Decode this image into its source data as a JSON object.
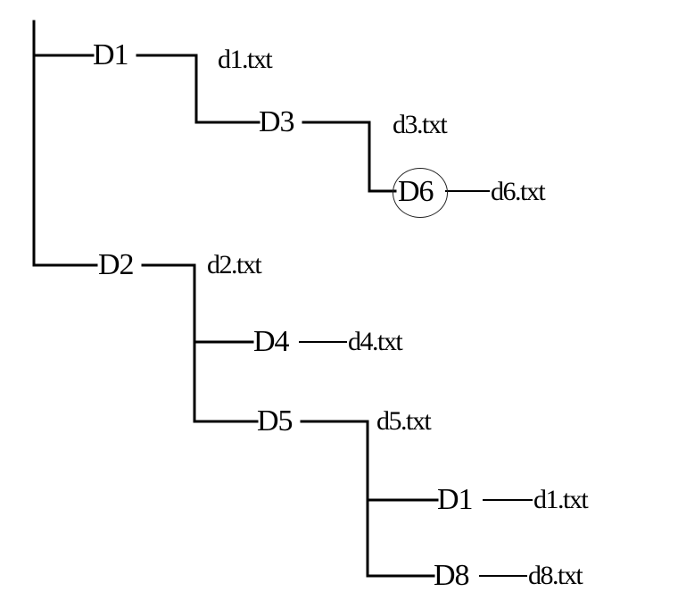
{
  "diagram": {
    "nodes": {
      "d1": "D1",
      "d1_file": "d1.txt",
      "d3": "D3",
      "d3_file": "d3.txt",
      "d6": "D6",
      "d6_file": "d6.txt",
      "d2": "D2",
      "d2_file": "d2.txt",
      "d4": "D4",
      "d4_file": "d4.txt",
      "d5": "D5",
      "d5_file": "d5.txt",
      "d1b": "D1",
      "d1b_file": "d1.txt",
      "d8": "D8",
      "d8_file": "d8.txt"
    },
    "highlighted_node": "D6",
    "colors": {
      "line": "#000000",
      "text": "#000000",
      "background": "#ffffff"
    }
  }
}
